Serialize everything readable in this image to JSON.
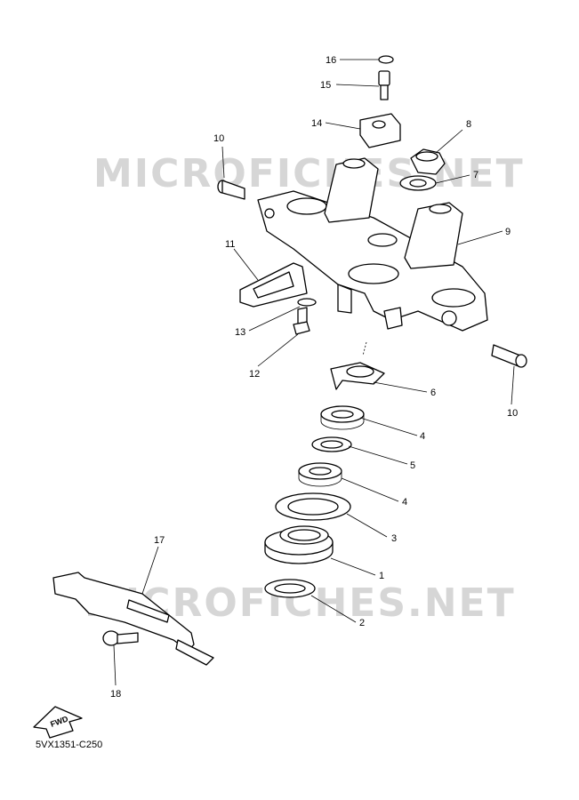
{
  "diagram_code": "5VX1351-C250",
  "watermark": "MICROFICHES.NET",
  "fwd_label": "FWD",
  "labels": {
    "p1": "1",
    "p2": "2",
    "p3": "3",
    "p4a": "4",
    "p4b": "4",
    "p5": "5",
    "p6": "6",
    "p7": "7",
    "p8": "8",
    "p9": "9",
    "p10a": "10",
    "p10b": "10",
    "p11": "11",
    "p12": "12",
    "p13": "13",
    "p14": "14",
    "p15": "15",
    "p16": "16",
    "p17": "17",
    "p18": "18"
  }
}
